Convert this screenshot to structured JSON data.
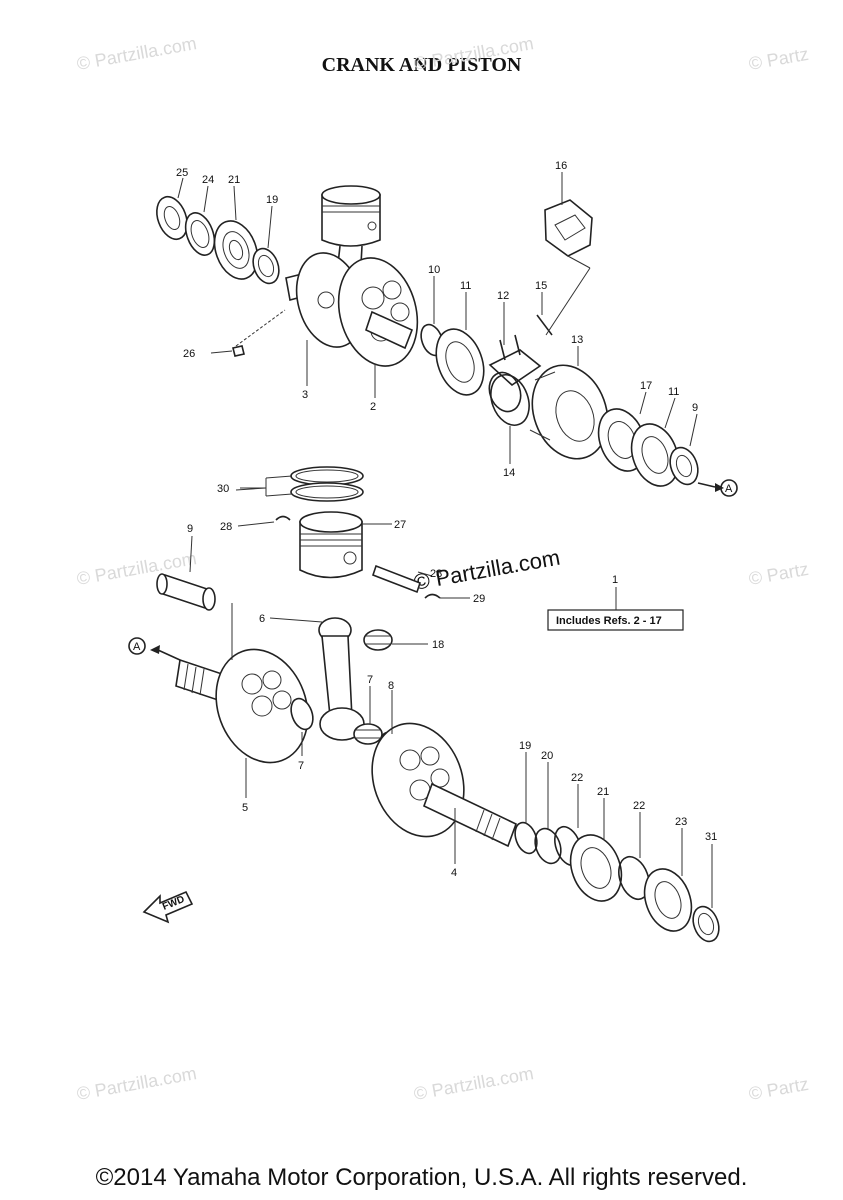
{
  "title": "CRANK AND PISTON",
  "copyright": "©2014 Yamaha Motor Corporation, U.S.A. All rights reserved.",
  "watermark_small": "© Partzilla.com",
  "watermark_small_cut": "© Partz",
  "watermark_center": "© Partzilla.com",
  "includes_box": "Includes Refs.   2 - 17",
  "fwd_label": "FWD",
  "ref_marker": "A",
  "callouts": {
    "c25": "25",
    "c24": "24",
    "c21a": "21",
    "c19a": "19",
    "c16": "16",
    "c10": "10",
    "c11a": "11",
    "c12": "12",
    "c15": "15",
    "c13": "13",
    "c26": "26",
    "c3": "3",
    "c2": "2",
    "c17": "17",
    "c11b": "11",
    "c9a": "9",
    "c14": "14",
    "c30": "30",
    "c28a": "28",
    "c27": "27",
    "c9b": "9",
    "c28b": "28",
    "c29": "29",
    "c1": "1",
    "c6": "6",
    "c18": "18",
    "c7a": "7",
    "c8": "8",
    "c7b": "7",
    "c5": "5",
    "c19b": "19",
    "c20": "20",
    "c22a": "22",
    "c21b": "21",
    "c22b": "22",
    "c23": "23",
    "c31": "31",
    "c4": "4"
  }
}
